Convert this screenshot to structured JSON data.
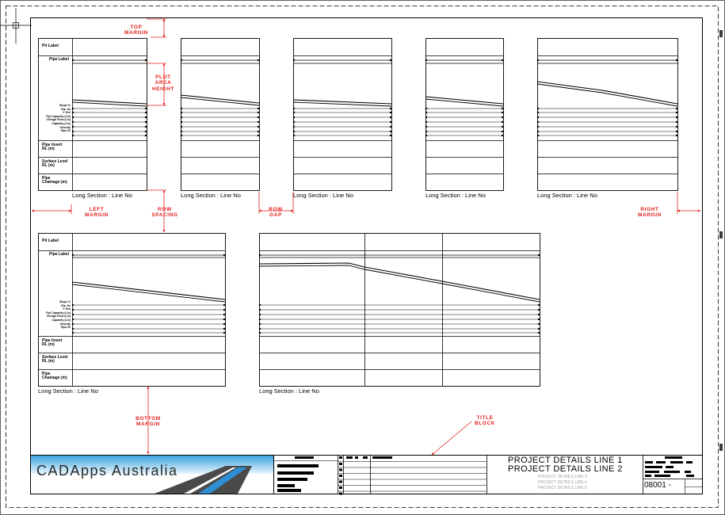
{
  "labels": {
    "pit_label": "Pit Label",
    "pipe_label": "Pipe Label",
    "pipe_invert": "Pipe Invert\nRL (m)",
    "surface_level": "Surface Level\nRL (m)",
    "pipe_chainage": "Pipe\nChainage (m)",
    "caption": "Long Section : Line No",
    "small_rows": [
      "Slope %",
      "Dia. Sz",
      "Y Grd",
      "Fyll Capacity (L/s)",
      "Design Flow (L/s)",
      "Capacity (L/s)",
      "Velocity",
      "Pipe ID"
    ]
  },
  "annotations": {
    "top_margin": "TOP\nMARGIN",
    "plot_area_height": "PLOT\nAREA\nHEIGHT",
    "left_margin": "LEFT\nMARGIN",
    "row_spacing": "ROW\nSPACING",
    "row_gap": "ROW\nGAP",
    "right_margin": "RIGHT\nMARGIN",
    "bottom_margin": "BOTTOM\nMARGIN",
    "title_block": "TITLE\nBLOCK"
  },
  "title_block": {
    "company": "CADApps  Australia",
    "project_line_1": "PROJECT DETAILS LINE 1",
    "project_line_2": "PROJECT DETAILS LINE 2",
    "project_line_3": "PROJECT DETAILS LINE 3",
    "project_line_4": "PROJECT DETAILS LINE 4",
    "project_line_5": "PROJECT DETAILS LINE 5",
    "drawing_number": "08001 -"
  },
  "colors": {
    "annotation_red": "#e0201c",
    "sky_top": "#3aa4e0",
    "road_grey": "#4a4a4a"
  }
}
